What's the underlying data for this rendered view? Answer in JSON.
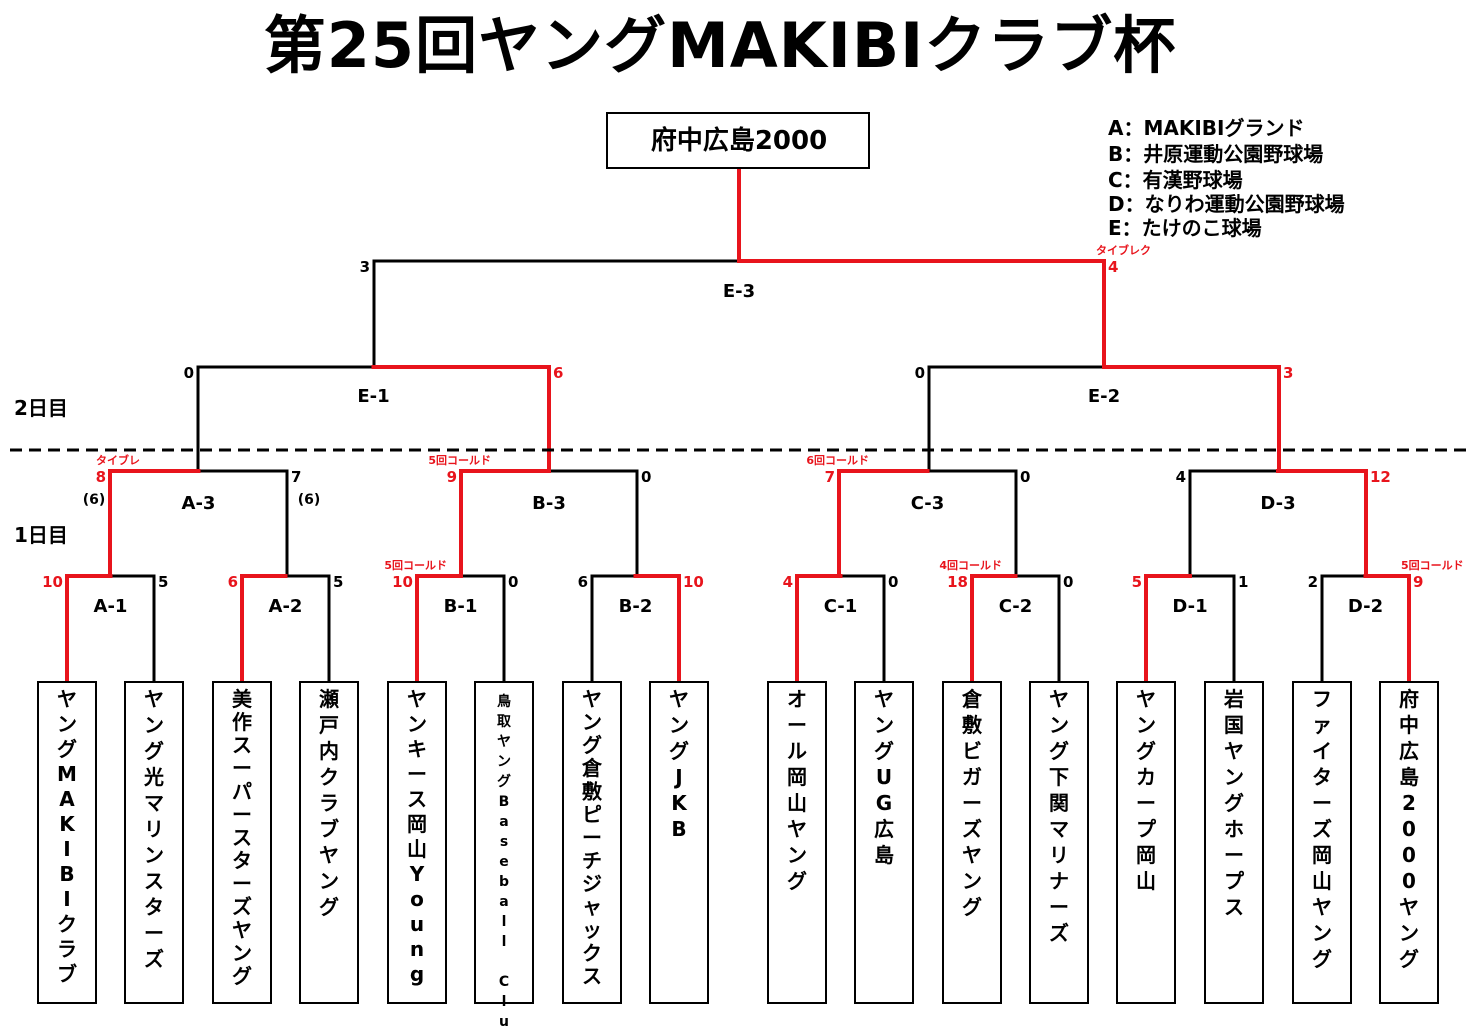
{
  "title": "第25回ヤングMAKIBIクラブ杯",
  "champion": "府中広島2000",
  "legend": [
    "A：MAKIBIグランド",
    "B：井原運動公園野球場",
    "C：有漢野球場",
    "D：なりわ運動公園野球場",
    "E：たけのこ球場"
  ],
  "days": {
    "day2": "2日目",
    "day1": "1日目"
  },
  "colors": {
    "win": "#e8141c",
    "line": "#000000"
  },
  "teams": [
    "ヤングMAKIBIクラブ",
    "ヤング光マリンスターズ",
    "美作スーパースターズヤング",
    "瀬戸内クラブヤング",
    "ヤンキース岡山Young",
    "鳥取ヤングBaseball Club",
    "ヤング倉敷ピーチジャックス",
    "ヤングJKB",
    "オール岡山ヤング",
    "ヤングUG広島",
    "倉敷ビガーズヤング",
    "ヤング下関マリナーズ",
    "ヤングカープ岡山",
    "岩国ヤングホープス",
    "ファイターズ岡山ヤング",
    "府中広島2000ヤング"
  ],
  "round1": [
    {
      "label": "A-1",
      "left": "10",
      "right": "5",
      "winner": "left",
      "note": ""
    },
    {
      "label": "A-2",
      "left": "6",
      "right": "5",
      "winner": "left",
      "note": ""
    },
    {
      "label": "B-1",
      "left": "10",
      "right": "0",
      "winner": "left",
      "note": "5回コールド"
    },
    {
      "label": "B-2",
      "left": "6",
      "right": "10",
      "winner": "right",
      "note": ""
    },
    {
      "label": "C-1",
      "left": "4",
      "right": "0",
      "winner": "left",
      "note": ""
    },
    {
      "label": "C-2",
      "left": "18",
      "right": "0",
      "winner": "left",
      "note": "4回コールド"
    },
    {
      "label": "D-1",
      "left": "5",
      "right": "1",
      "winner": "left",
      "note": ""
    },
    {
      "label": "D-2",
      "left": "2",
      "right": "9",
      "winner": "right",
      "note": "5回コールド"
    }
  ],
  "round2": [
    {
      "label": "A-3",
      "left": "8",
      "right": "7",
      "winner": "left",
      "note": "タイブレ",
      "left_sub": "(6)",
      "right_sub": "(6)"
    },
    {
      "label": "B-3",
      "left": "9",
      "right": "0",
      "winner": "left",
      "note": "5回コールド",
      "left_sub": "",
      "right_sub": ""
    },
    {
      "label": "C-3",
      "left": "7",
      "right": "0",
      "winner": "left",
      "note": "6回コールド",
      "left_sub": "",
      "right_sub": ""
    },
    {
      "label": "D-3",
      "left": "4",
      "right": "12",
      "winner": "right",
      "note": "",
      "left_sub": "",
      "right_sub": ""
    }
  ],
  "round3": [
    {
      "label": "E-1",
      "left": "0",
      "right": "6",
      "winner": "right",
      "note": ""
    },
    {
      "label": "E-2",
      "left": "0",
      "right": "3",
      "winner": "right",
      "note": ""
    }
  ],
  "final": {
    "label": "E-3",
    "left": "3",
    "right": "4",
    "winner": "right",
    "note": "タイブレク"
  }
}
